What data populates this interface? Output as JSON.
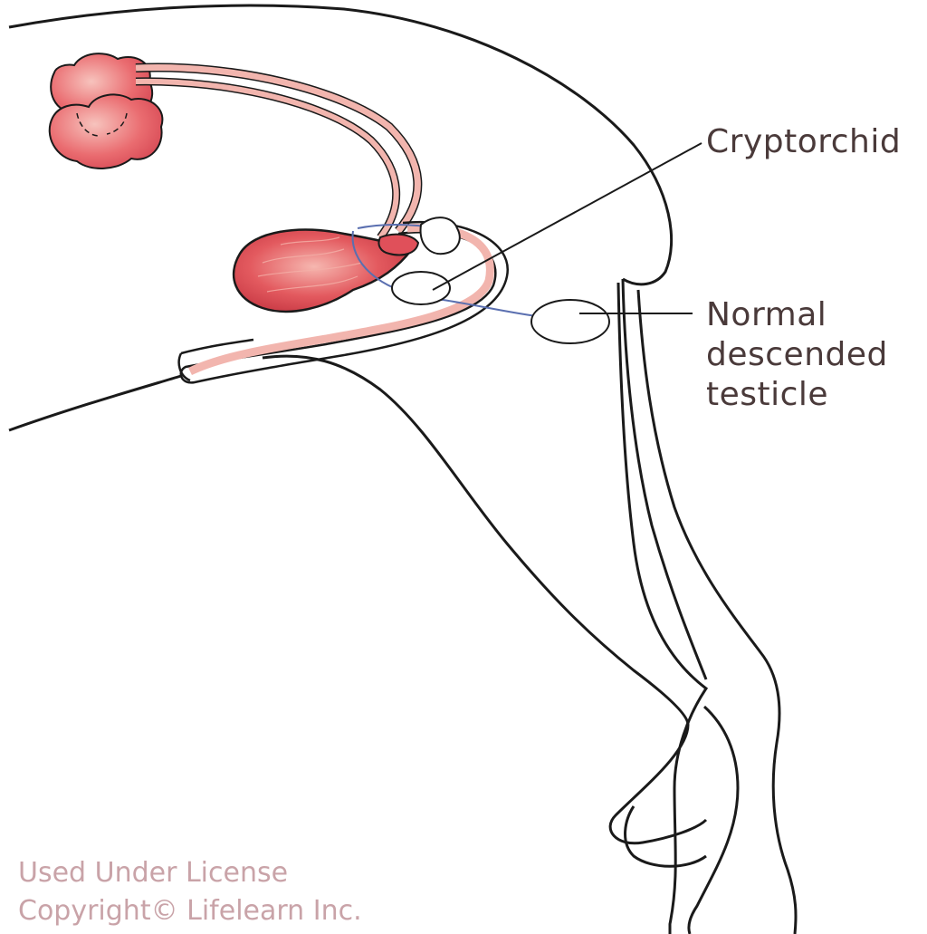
{
  "labels": {
    "cryptorchid": "Cryptorchid",
    "normal_line1": "Normal",
    "normal_line2": "descended",
    "normal_line3": "testicle"
  },
  "credit": {
    "line1": "Used Under License",
    "line2": "Copyright© Lifelearn Inc."
  },
  "colors": {
    "outline": "#1a1a1a",
    "organ_red": "#e0505a",
    "organ_pink": "#f2b5ae",
    "vessel_blue": "#5a6fb0",
    "label_text": "#4a3a3a",
    "credit_text": "#c9a3a8"
  }
}
